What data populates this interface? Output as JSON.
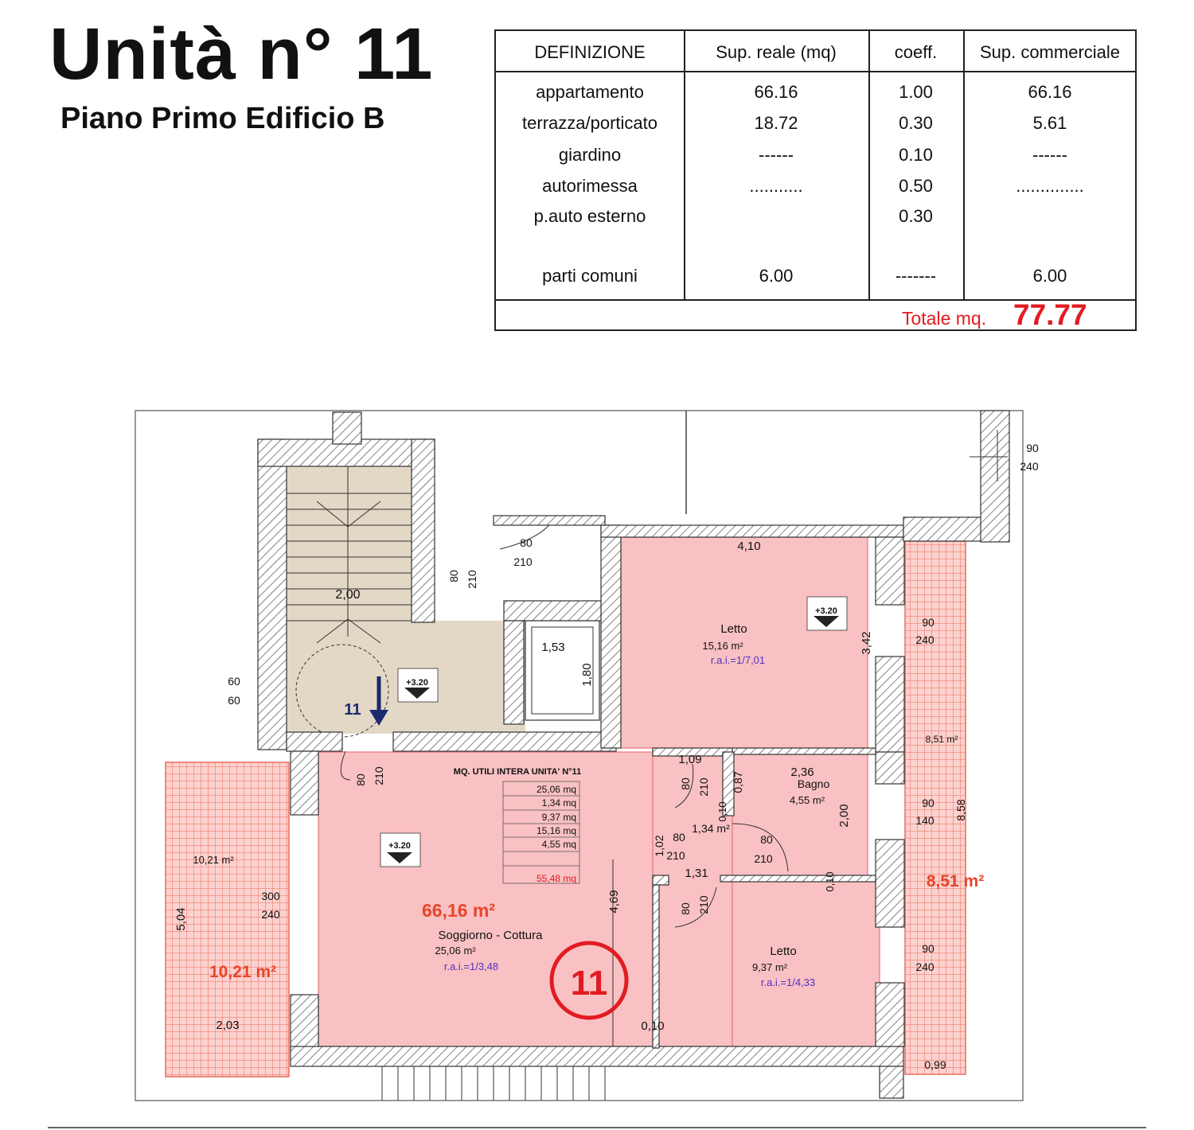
{
  "header": {
    "title": "Unità n° 11",
    "subtitle": "Piano Primo Edificio B"
  },
  "table": {
    "columns": [
      "DEFINIZIONE",
      "Sup. reale (mq)",
      "coeff.",
      "Sup. commerciale"
    ],
    "rows": [
      [
        "appartamento",
        "66.16",
        "1.00",
        "66.16"
      ],
      [
        "terrazza/porticato",
        "18.72",
        "0.30",
        "5.61"
      ],
      [
        "giardino",
        "------",
        "0.10",
        "------"
      ],
      [
        "autorimessa",
        "...........",
        "0.50",
        ".............."
      ],
      [
        "p.auto esterno",
        "",
        "0.30",
        ""
      ],
      [
        "parti comuni",
        "6.00",
        "-------",
        "6.00"
      ]
    ],
    "total_label": "Totale mq.",
    "total_value": "77.77"
  },
  "plan": {
    "unit_number": "11",
    "colors": {
      "unit_fill": "#f9c1c3",
      "unit_border": "#e8757a",
      "stair_fill": "#e3d7c6",
      "terrace_grid": "#ee6a5a",
      "red_text": "#e8452a",
      "blue_text": "#5030c0",
      "arrow": "#1c2a6e"
    },
    "rooms": {
      "letto1": {
        "name": "Letto",
        "area": "15,16 m²",
        "rai": "r.a.i.=1/7,01",
        "level": "+3.20"
      },
      "letto2": {
        "name": "Letto",
        "area": "9,37 m²",
        "rai": "r.a.i.=1/4,33"
      },
      "bagno": {
        "name": "Bagno",
        "area": "4,55 m²",
        "dim": "2,36"
      },
      "soggiorno": {
        "name": "Soggiorno - Cottura",
        "area": "25,06 m²",
        "rai": "r.a.i.=1/3,48",
        "level": "+3.20",
        "total": "66,16 m²"
      },
      "stair": {
        "level": "+3.20",
        "label": "11",
        "width": "2,00"
      }
    },
    "summary": {
      "title": "MQ. UTILI INTERA UNITA' N°11",
      "rows": [
        "25,06 mq",
        "1,34 mq",
        "9,37 mq",
        "15,16 mq",
        "4,55 mq"
      ],
      "total": "55,48 mq"
    },
    "terraces": {
      "left": {
        "area_small": "10,21 m²",
        "area_big": "10,21 m²",
        "depth": "5,04",
        "width": "2,03"
      },
      "right": {
        "area_small": "8,51 m²",
        "area_big": "8,51 m²",
        "depth": "8,58",
        "width": "0,99"
      }
    },
    "dims": {
      "d_410": "4,10",
      "d_342": "3,42",
      "d_153": "1,53",
      "d_180": "1,80",
      "d_109": "1,09",
      "d_087": "0,87",
      "d_200": "2,00",
      "d_010a": "0,10",
      "d_010b": "0,10",
      "d_010c": "0,10",
      "d_134": "1,34 m²",
      "d_102": "1,02",
      "d_131": "1,31",
      "d_469": "4,69",
      "w_90_240a": "90",
      "w_90_240a_b": "240",
      "w_90_240b": "90",
      "w_90_240b_b": "240",
      "w_90_140": "90",
      "w_90_140_b": "140",
      "w_90_240c": "90",
      "w_90_240c_b": "240",
      "w_60": "60",
      "w_60_b": "60",
      "w_300": "300",
      "w_300_b": "240",
      "door_80": "80",
      "door_210": "210"
    }
  }
}
